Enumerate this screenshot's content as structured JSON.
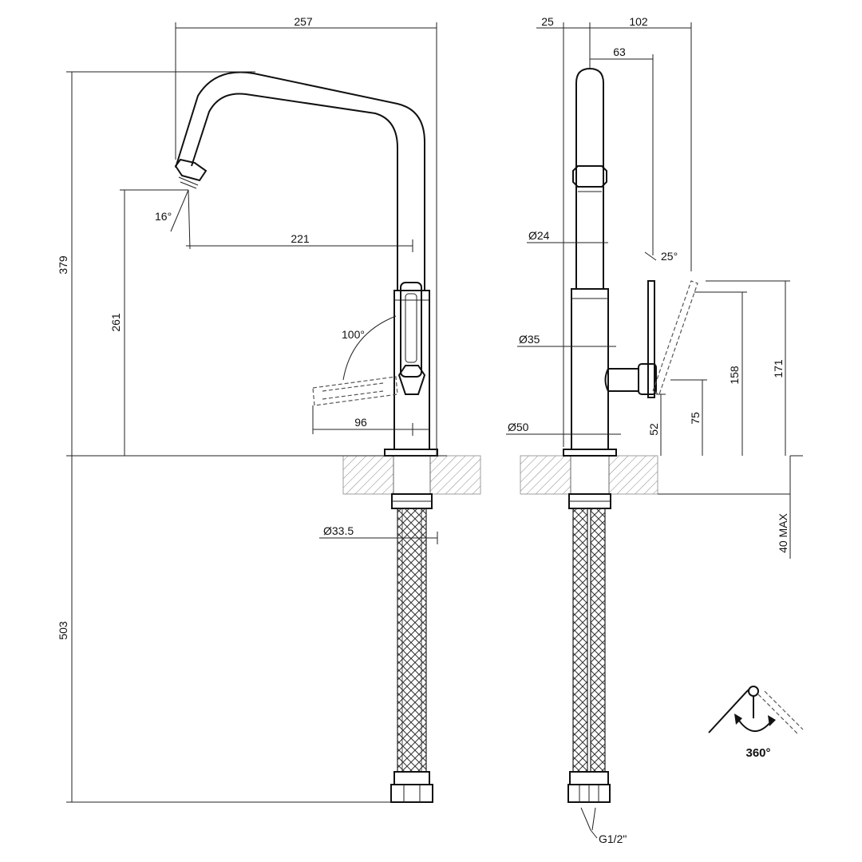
{
  "dimensions": {
    "front_width_total": "257",
    "front_height_above_deck": "379",
    "front_spout_height": "261",
    "front_spout_reach": "221",
    "front_spout_angle": "16°",
    "front_lever_angle": "100°",
    "front_lever_length": "96",
    "front_hose_length": "503",
    "front_base_diameter": "Ø33.5",
    "side_offset": "25",
    "side_depth_total": "102",
    "side_lever_offset": "63",
    "side_spout_diameter": "Ø24",
    "side_body_diameter": "Ø35",
    "side_base_diameter": "Ø50",
    "side_lever_angle": "25°",
    "side_height_lever_top": "171",
    "side_height_handle": "158",
    "side_height_pivot": "75",
    "side_height_junction": "52",
    "side_deck_thickness": "40 MAX",
    "side_connection": "G1/2\"",
    "rotation": "360°"
  },
  "colors": {
    "line": "#222222",
    "hatch": "#777777",
    "background": "#ffffff"
  }
}
